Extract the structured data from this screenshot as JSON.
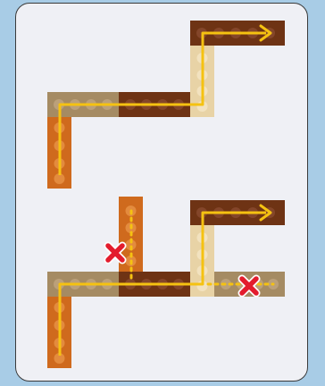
{
  "colors": {
    "background": "#a8cce6",
    "card": "#eff0f5",
    "orange_brick": "#cf6a1d",
    "orange_stud": "#e38b3e",
    "dark_brown_brick": "#6e3314",
    "dark_brown_stud": "#84462a",
    "tan_brick": "#a58b63",
    "tan_stud": "#bba07a",
    "cream_brick": "#e8d3a6",
    "cream_stud": "#f2e2bf",
    "path_line": "#f5c211",
    "error_mark": "#e31c2d"
  },
  "icons": {
    "arrow": "arrow-head-icon",
    "blocked": "x-mark-icon"
  },
  "panels": [
    {
      "name": "working-path-example",
      "path_continuous": true,
      "blocked_marks": 0
    },
    {
      "name": "blocked-path-example",
      "path_continuous": false,
      "blocked_marks": 2
    }
  ]
}
